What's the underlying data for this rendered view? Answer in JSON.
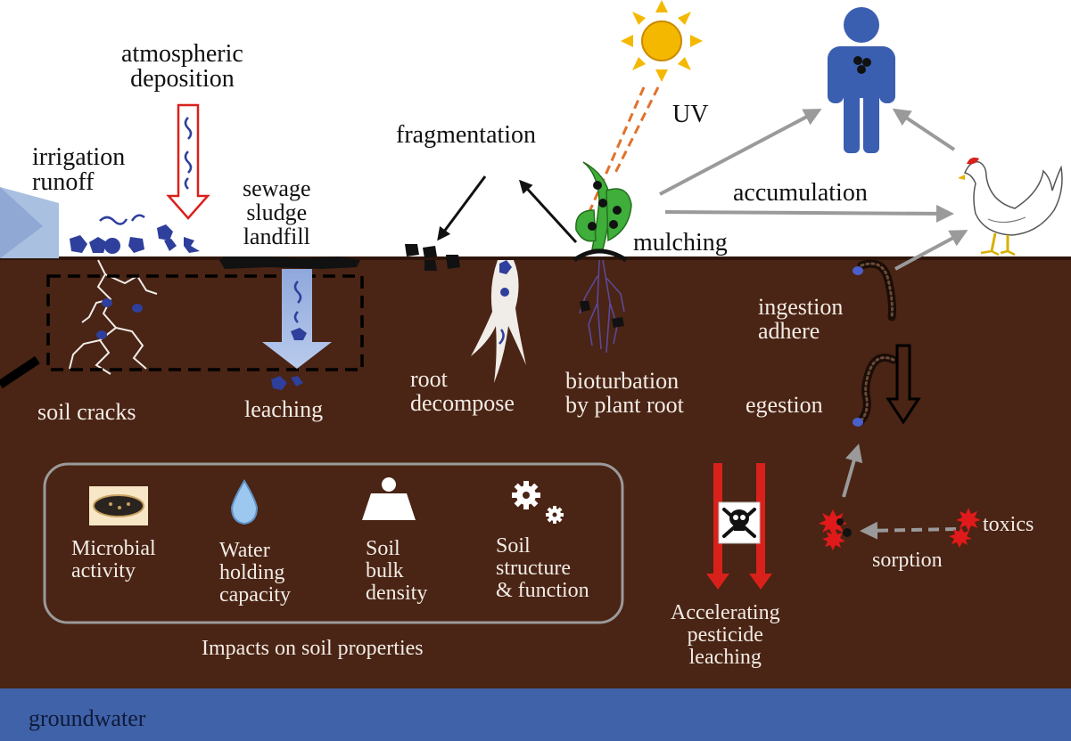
{
  "colors": {
    "sky": "#ffffff",
    "soil": "#4a2414",
    "soil_line": "#2e150a",
    "groundwater": "#3f62a8",
    "microplastic": "#2e3f9c",
    "human": "#3a5fb0",
    "arrow_gray": "#9a9a9a",
    "arrow_red": "#d9211c",
    "plant": "#3fae3a",
    "sun": "#f5b800",
    "uv_dash": "#e0722c",
    "runoff": "#a9c0e0"
  },
  "icons": {
    "sun": "sun-icon",
    "human": "human-icon",
    "chicken": "chicken-icon",
    "plant": "plant-icon",
    "earthworm": "earthworm-icon",
    "skull": "skull-crossbones-icon",
    "microbe": "microbe-icon",
    "water_drop": "water-drop-icon",
    "weight": "weight-icon",
    "gears": "gears-icon",
    "toxic_splat": "toxic-splat-icon"
  },
  "labels": {
    "atmospheric_deposition": "atmospheric\ndeposition",
    "irrigation_runoff": "irrigation\nrunoff",
    "sewage_sludge_landfill": "sewage\nsludge\nlandfill",
    "fragmentation": "fragmentation",
    "uv": "UV",
    "accumulation": "accumulation",
    "mulching": "mulching",
    "soil_cracks": "soil cracks",
    "leaching": "leaching",
    "root_decompose": "root\ndecompose",
    "bioturbation": "bioturbation\nby plant root",
    "ingestion_adhere": "ingestion\nadhere",
    "egestion": "egestion",
    "toxics": "toxics",
    "sorption": "sorption",
    "accelerating_leaching": "Accelerating\npesticide\nleaching",
    "groundwater": "groundwater"
  },
  "impacts": {
    "title": "Impacts on soil properties",
    "items": [
      {
        "label": "Microbial\nactivity",
        "icon": "microbe-icon"
      },
      {
        "label": "Water\nholding\ncapacity",
        "icon": "water-drop-icon"
      },
      {
        "label": "Soil\nbulk\ndensity",
        "icon": "weight-icon"
      },
      {
        "label": "Soil\nstructure\n& function",
        "icon": "gears-icon"
      }
    ]
  }
}
